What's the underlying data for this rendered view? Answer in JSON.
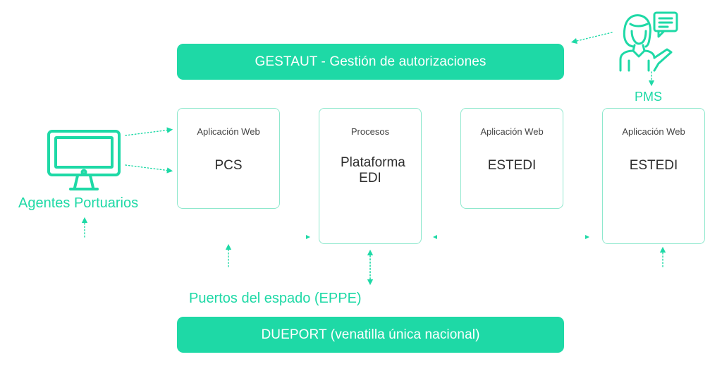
{
  "top_bar": {
    "label": "GESTAUT - Gestión de autorizaciones"
  },
  "bottom_bar": {
    "label": "DUEPORT (venatilla única nacional)"
  },
  "boxes": [
    {
      "sub": "Aplicación Web",
      "main": "PCS"
    },
    {
      "sub": "Procesos",
      "main": "Plataforma EDI"
    },
    {
      "sub": "Aplicación Web",
      "main": "ESTEDI"
    },
    {
      "sub": "Aplicación Web",
      "main": "ESTEDI"
    }
  ],
  "labels": {
    "agentes": "Agentes Portuarios",
    "pms": "PMS",
    "puertos": "Puertos del espado (EPPE)"
  },
  "icons": {
    "monitor": "monitor-icon",
    "person": "person-chat-icon"
  },
  "colors": {
    "accent": "#1ed9a6",
    "box_border": "#8ee8cd",
    "text": "#3a3a3a"
  }
}
